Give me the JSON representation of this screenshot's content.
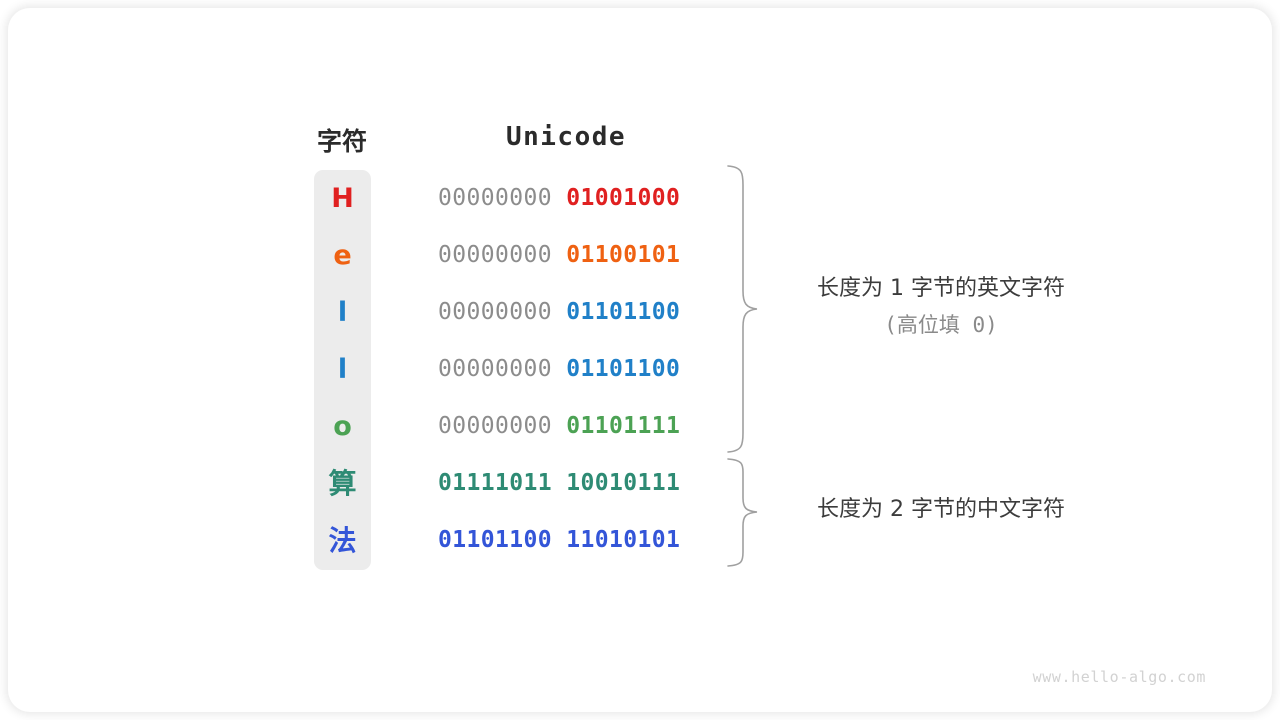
{
  "headers": {
    "char": "字符",
    "unicode": "Unicode"
  },
  "colors": {
    "red": "#e02020",
    "orange": "#ef6112",
    "blue": "#2080c8",
    "green": "#4ca254",
    "teal": "#2e8b74",
    "indigo": "#3355d8",
    "high_bits_gray": "#8c8c8c",
    "column_bg": "#ececec",
    "brace_gray": "#a0a0a0",
    "annotation_text": "#3c3c3c",
    "annotation_sub": "#8a8a8a",
    "watermark": "#d2d2d2"
  },
  "rows": [
    {
      "char": "H",
      "color": "#e02020",
      "high": "00000000",
      "low": "01001000",
      "two_byte": false,
      "cjk": false
    },
    {
      "char": "e",
      "color": "#ef6112",
      "high": "00000000",
      "low": "01100101",
      "two_byte": false,
      "cjk": false
    },
    {
      "char": "l",
      "color": "#2080c8",
      "high": "00000000",
      "low": "01101100",
      "two_byte": false,
      "cjk": false
    },
    {
      "char": "l",
      "color": "#2080c8",
      "high": "00000000",
      "low": "01101100",
      "two_byte": false,
      "cjk": false
    },
    {
      "char": "o",
      "color": "#4ca254",
      "high": "00000000",
      "low": "01101111",
      "two_byte": false,
      "cjk": false
    },
    {
      "char": "算",
      "color": "#2e8b74",
      "high": "01111011",
      "low": "10010111",
      "two_byte": true,
      "cjk": true
    },
    {
      "char": "法",
      "color": "#3355d8",
      "high": "01101100",
      "low": "11010101",
      "two_byte": true,
      "cjk": true
    }
  ],
  "annotations": [
    {
      "main": "长度为 1 字节的英文字符",
      "sub": "(高位填 0)",
      "covers_rows": [
        0,
        1,
        2,
        3,
        4
      ]
    },
    {
      "main": "长度为 2 字节的中文字符",
      "sub": "",
      "covers_rows": [
        5,
        6
      ]
    }
  ],
  "watermark": "www.hello-algo.com"
}
